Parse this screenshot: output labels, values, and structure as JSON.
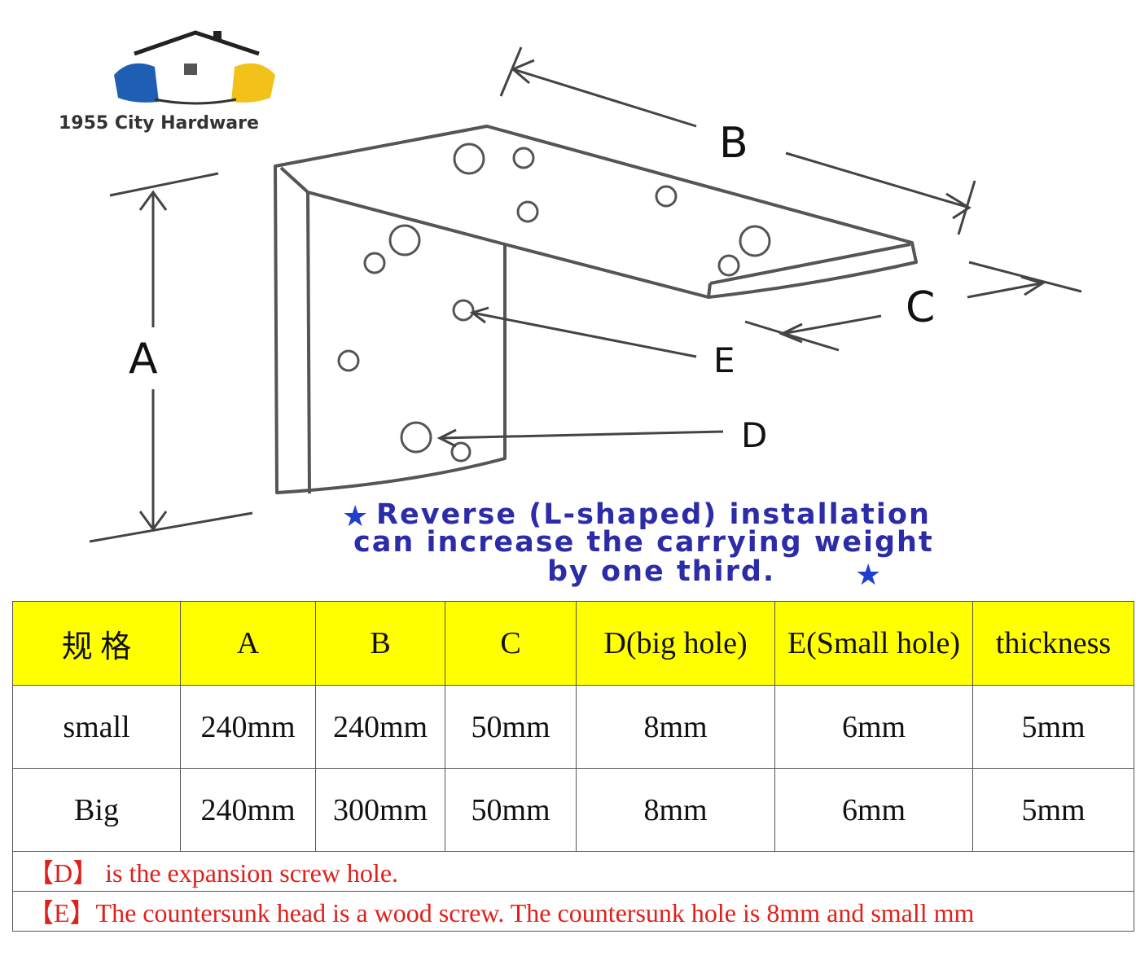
{
  "logo": {
    "text": "1955 City Hardware"
  },
  "diagram_labels": {
    "a": "A",
    "b": "B",
    "c": "C",
    "d": "D",
    "e": "E"
  },
  "caption": {
    "line1": "Reverse (L-shaped) installation",
    "line2": "can increase the carrying weight",
    "line3": "by one third."
  },
  "table": {
    "headers": [
      "规 格",
      "A",
      "B",
      "C",
      "D(big hole)",
      "E(Small hole)",
      "thickness"
    ],
    "rows": [
      [
        "small",
        "240mm",
        "240mm",
        "50mm",
        "8mm",
        "6mm",
        "5mm"
      ],
      [
        "Big",
        "240mm",
        "300mm",
        "50mm",
        "8mm",
        "6mm",
        "5mm"
      ]
    ]
  },
  "notes": [
    "【D】 is the expansion screw hole.",
    "【E】The countersunk head is a wood screw. The countersunk hole is 8mm and small mm"
  ],
  "colors": {
    "header_bg": "#ffff00",
    "note_text": "#e0201a",
    "caption_text": "#2c2ca8",
    "logo_blue": "#1f5fb3",
    "logo_yellow": "#f2c21a"
  }
}
